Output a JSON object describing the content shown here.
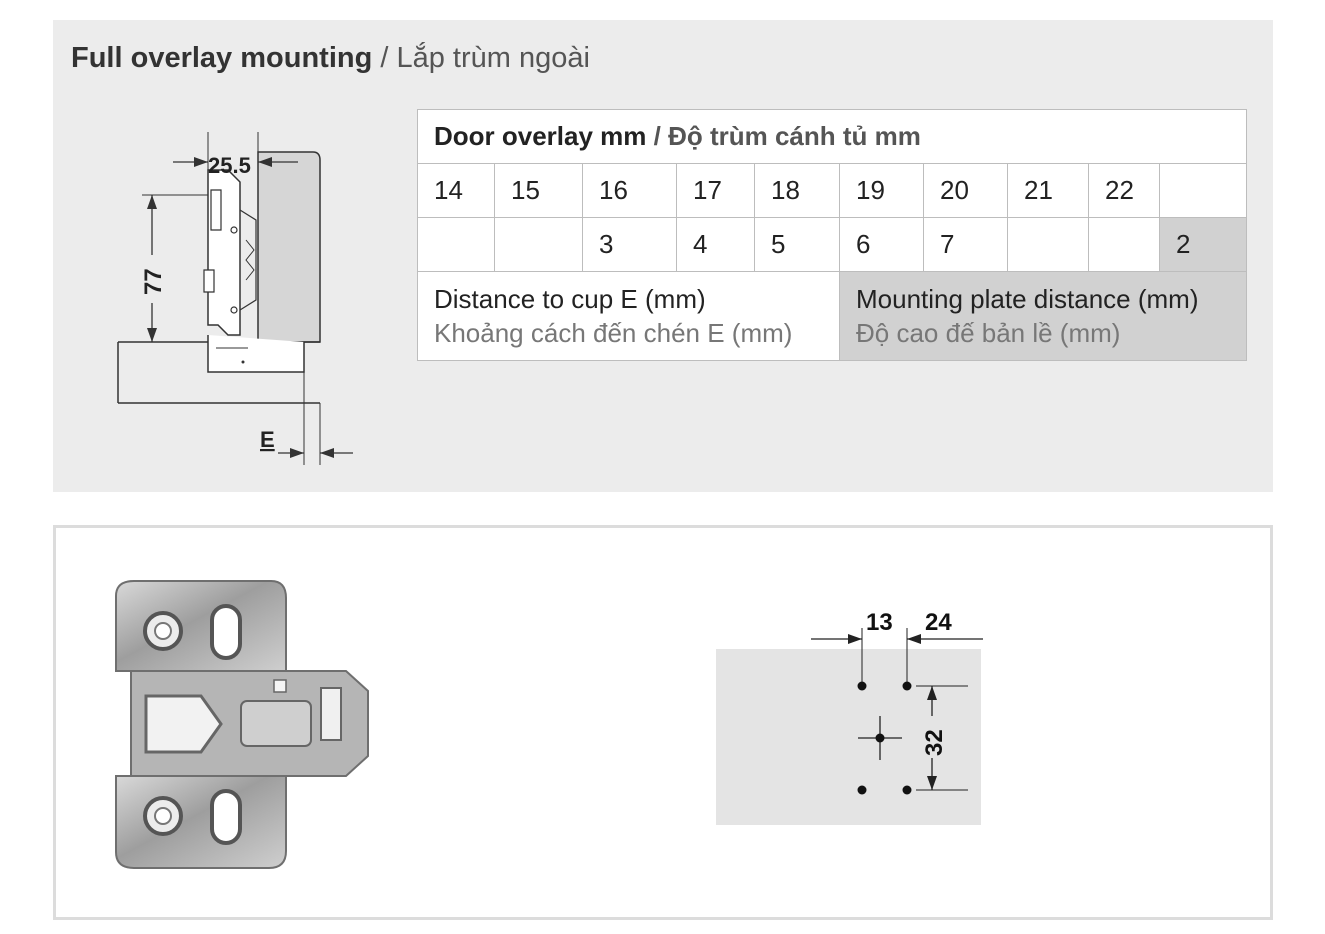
{
  "heading": {
    "title_en": "Full overlay mounting",
    "separator": " / ",
    "title_vi": "Lắp trùm ngoài"
  },
  "section_drawing": {
    "dim_top": "25.5",
    "dim_side": "77",
    "dim_e": "E"
  },
  "table": {
    "header_en": "Door overlay mm",
    "header_sep": " / ",
    "header_vi": "Độ trùm cánh tủ mm",
    "overlay_row": [
      "14",
      "15",
      "16",
      "17",
      "18",
      "19",
      "20",
      "21",
      "22",
      ""
    ],
    "distance_row": [
      "",
      "",
      "3",
      "4",
      "5",
      "6",
      "7",
      "",
      "",
      "2"
    ],
    "left_label_en": "Distance to cup E (mm)",
    "left_label_vi": "Khoảng cách đến chén E (mm)",
    "right_label_en": "Mounting plate distance (mm)",
    "right_label_vi": "Độ cao đế bản lề (mm)"
  },
  "drill_drawing": {
    "dim_a": "13",
    "dim_b": "24",
    "dim_c": "32"
  },
  "colors": {
    "panel_bg": "#ececec",
    "highlight_cell": "#d1d1d1",
    "drill_area": "#e4e4e4"
  }
}
